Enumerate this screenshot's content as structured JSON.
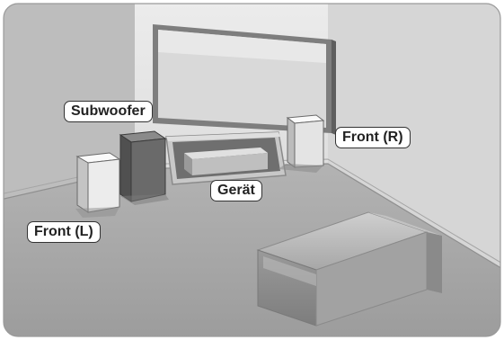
{
  "labels": {
    "subwoofer": "Subwoofer",
    "front_right": "Front (R)",
    "device": "Gerät",
    "front_left": "Front (L)"
  },
  "colors": {
    "background": "#ffffff",
    "wall_left": "#b8b8b8",
    "wall_back": "#e6e6e6",
    "wall_right": "#dadada",
    "floor": "#a3a3a3",
    "speaker_light": "#f2f2f2",
    "speaker_dark": "#6e6e6e",
    "tv_frame": "#8a8a8a",
    "tv_screen": "#dcdcdc",
    "sofa": "#b0b0b0",
    "label_border": "#333333",
    "label_text": "#222222"
  }
}
